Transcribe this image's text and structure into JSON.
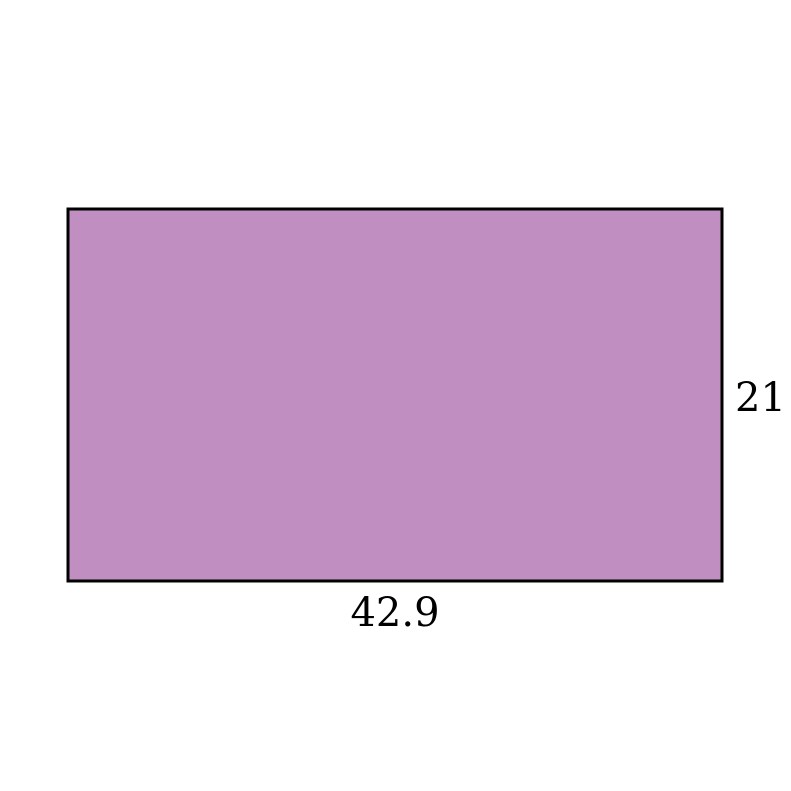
{
  "shape": {
    "type": "rectangle",
    "fill_color": "#C08EC1",
    "stroke_color": "#000000"
  },
  "labels": {
    "width": "42.9",
    "height": "21"
  }
}
